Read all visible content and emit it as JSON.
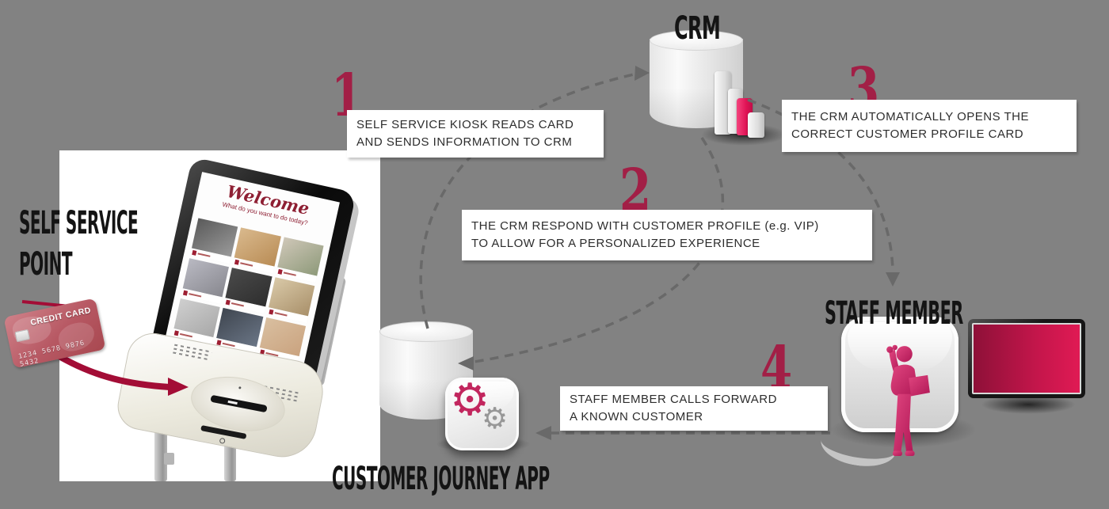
{
  "kiosk_section": {
    "label_line1": "SELF SERVICE",
    "label_line2": "POINT",
    "screen": {
      "title": "Welcome",
      "subtitle": "What do you want to do today?"
    }
  },
  "credit_card": {
    "label": "CREDIT CARD",
    "number": "1234 5678 9876 5432"
  },
  "crm": {
    "label": "CRM"
  },
  "app": {
    "label": "CUSTOMER JOURNEY APP"
  },
  "staff": {
    "label": "STAFF MEMBER"
  },
  "steps": [
    {
      "number": "1",
      "line1": "SELF SERVICE KIOSK READS CARD",
      "line2": "AND SENDS INFORMATION TO CRM"
    },
    {
      "number": "2",
      "line1": "THE CRM RESPOND WITH CUSTOMER PROFILE (e.g. VIP)",
      "line2": "TO ALLOW FOR A PERSONALIZED EXPERIENCE"
    },
    {
      "number": "3",
      "line1": "THE CRM AUTOMATICALLY OPENS THE",
      "line2": "CORRECT CUSTOMER PROFILE CARD"
    },
    {
      "number": "4",
      "line1": "STAFF MEMBER CALLS FORWARD",
      "line2": "A KNOWN CUSTOMER"
    }
  ],
  "colors": {
    "background": "#828282",
    "accent_number": "#A21F46",
    "arrow_gray": "#696969",
    "bar_chart_red": "#E01355",
    "person_magenta": "#C2265E",
    "monitor_screen": "#C4164B",
    "card_red": "#B75863",
    "card_arrow": "#A30D36"
  }
}
